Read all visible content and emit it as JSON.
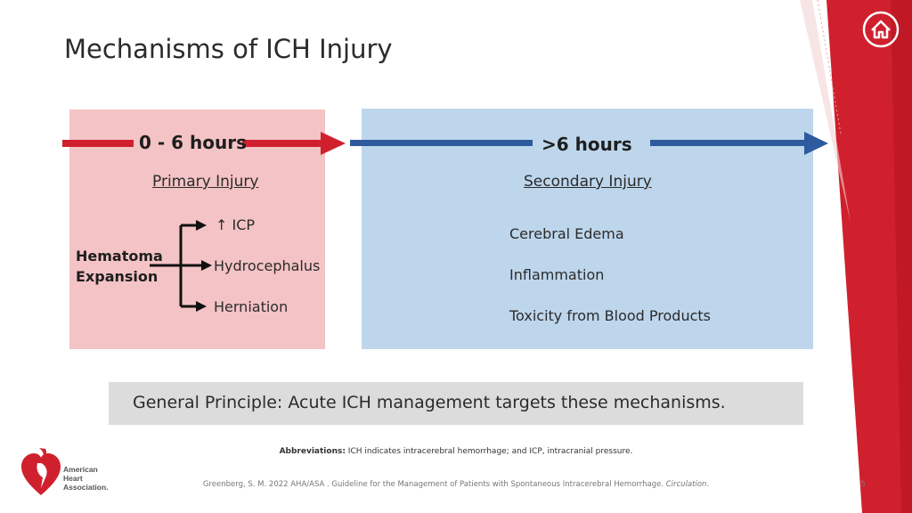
{
  "slide": {
    "title": "Mechanisms of ICH Injury",
    "page_number": "5"
  },
  "timeline": {
    "early_label": "0 - 6 hours",
    "late_label": ">6 hours",
    "early_color": "#d0202e",
    "late_color": "#2e5a9e"
  },
  "primary": {
    "label": "Primary Injury",
    "source": "Hematoma Expansion",
    "outcomes": [
      "↑ ICP",
      "Hydrocephalus",
      "Herniation"
    ]
  },
  "secondary": {
    "label": "Secondary Injury",
    "items": [
      "Cerebral Edema",
      "Inflammation",
      "Toxicity from Blood Products"
    ]
  },
  "principle": {
    "text": "General Principle: Acute ICH management targets these mechanisms."
  },
  "footer": {
    "abbrev_label": "Abbreviations:",
    "abbrev_text": " ICH indicates intracerebral hemorrhage; and ICP, intracranial pressure.",
    "citation_text": "Greenberg, S. M. 2022 AHA/ASA . Guideline for the Management of Patients with Spontaneous Intracerebral Hemorrhage. ",
    "citation_journal": "Circulation",
    "citation_end": "."
  },
  "logo": {
    "line1": "American",
    "line2": "Heart",
    "line3": "Association."
  },
  "icons": {
    "home": "home-icon",
    "logo": "heart-torch-icon"
  },
  "colors": {
    "accent_red": "#d0202e",
    "panel_red": "#f4c3c5",
    "panel_blue": "#bdd6ec"
  }
}
